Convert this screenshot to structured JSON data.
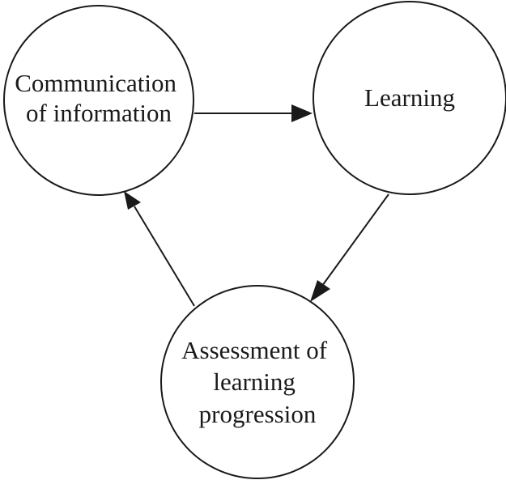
{
  "nodes": [
    {
      "id": "communication",
      "lines": [
        "Communication",
        "of information"
      ]
    },
    {
      "id": "learning",
      "lines": [
        "Learning"
      ]
    },
    {
      "id": "assessment",
      "lines": [
        "Assessment of",
        "learning",
        "progression"
      ]
    }
  ],
  "edges": [
    {
      "from": "communication",
      "to": "learning"
    },
    {
      "from": "learning",
      "to": "assessment"
    },
    {
      "from": "assessment",
      "to": "communication"
    }
  ]
}
